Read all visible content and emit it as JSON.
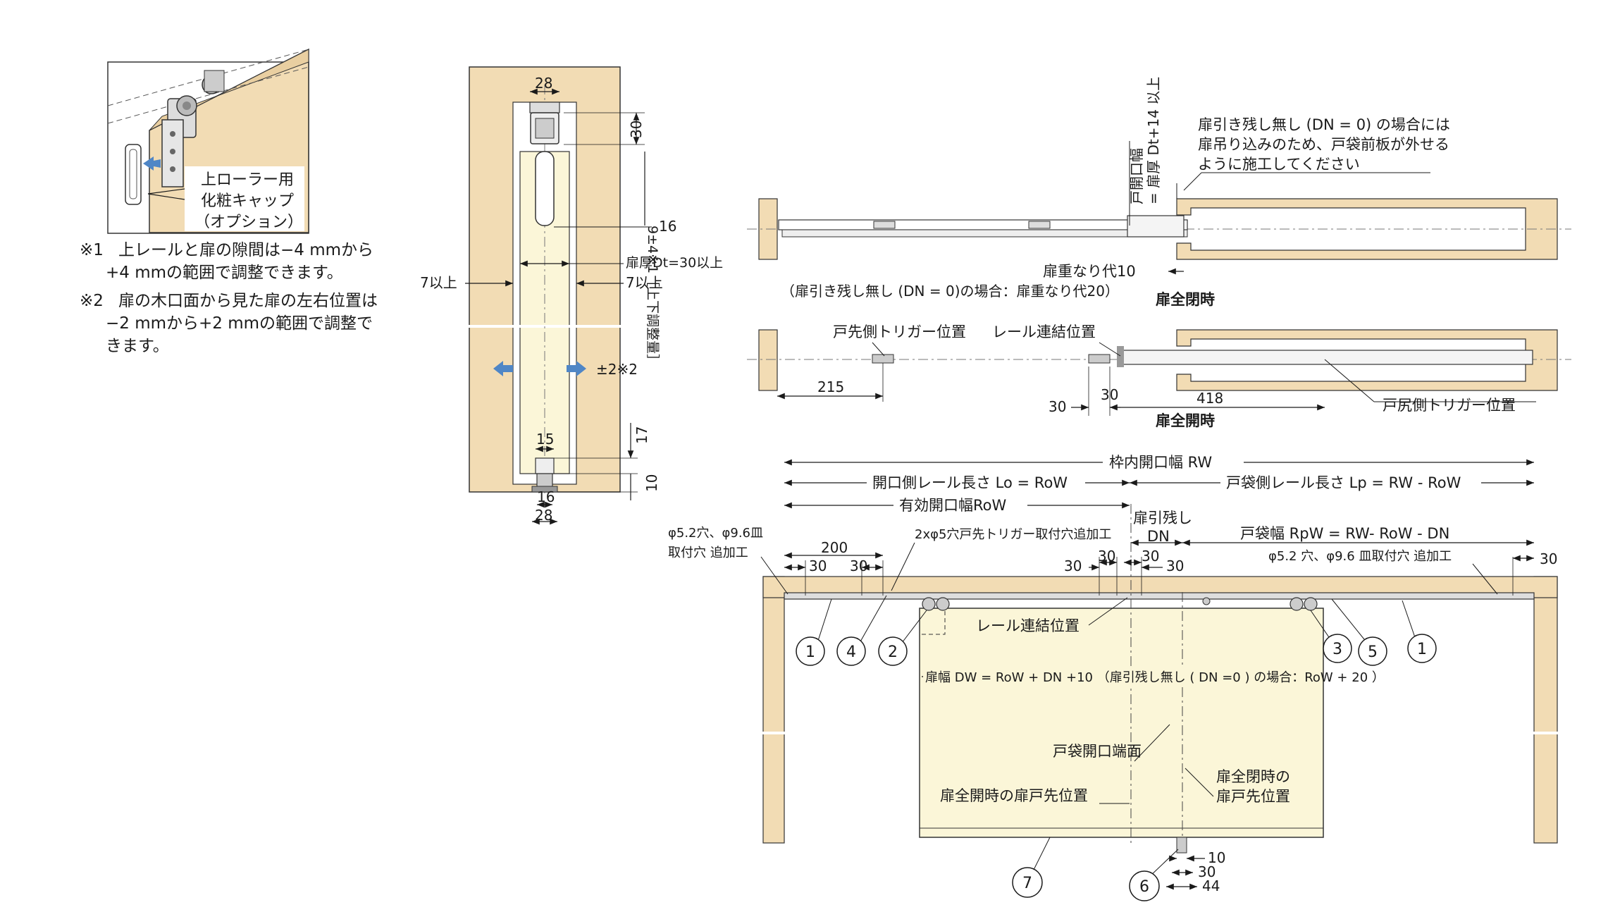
{
  "colors": {
    "wood": "#f2dcb4",
    "door": "#fbf6d8",
    "line": "#1a1a1a",
    "arrow_blue": "#4f86c6"
  },
  "perspective_inset": {
    "cap_label_1": "上ローラー用",
    "cap_label_2": "化粧キャップ",
    "cap_label_3": "（オプション）"
  },
  "notes": {
    "n1_mark": "※1",
    "n1_line1": "上レールと扉の隙間は−4  mmから",
    "n1_line2": "+4  mmの範囲で調整できます。",
    "n2_mark": "※2",
    "n2_line1": "扉の木口面から見た扉の左右位置は",
    "n2_line2": "−2  mmから+2  mmの範囲で調整で",
    "n2_line3": "きます。"
  },
  "section_view": {
    "dim_28_top": "28",
    "dim_30": "30",
    "adjust_label": "9±4※1［上下調整量］",
    "dim_16_right": "16",
    "door_thickness": "扉厚Dt=30以上",
    "left_7": "7以上",
    "right_7": "7以上",
    "pm2": "±2※2",
    "dim_15": "15",
    "dim_17": "17",
    "dim_10": "10",
    "dim_16_bottom": "16",
    "dim_28_bottom": "28"
  },
  "plan_closed": {
    "opening_label": "戸開口幅",
    "opening_eq": "= 扉厚 Dt+14 以上",
    "note_1": "扉引き残し無し (DN = 0) の場合には",
    "note_2": "扉吊り込みのため、戸袋前板が外せる",
    "note_3": "ように施工してください",
    "overlap": "扉重なり代10",
    "overlap_dn0": "（扉引き残し無し (DN = 0)の場合：扉重なり代20）",
    "caption": "扉全閉時"
  },
  "plan_open": {
    "front_trigger": "戸先側トリガー位置",
    "rail_joint": "レール連結位置",
    "rear_trigger": "戸尻側トリガー位置",
    "dim_215": "215",
    "dim_30a": "30",
    "dim_30b": "30",
    "dim_418": "418",
    "caption": "扉全開時"
  },
  "elevation": {
    "rw": "枠内開口幅 RW",
    "lo": "開口側レール長さ Lo = RoW",
    "lp": "戸袋側レール長さ Lp = RW - RoW",
    "row": "有効開口幅RoW",
    "dn_label_1": "扉引残し",
    "dn_label_2": "DN",
    "rpw": "戸袋幅 RpW = RW- RoW - DN",
    "hole_left_1": "φ5.2穴、φ9.6皿",
    "hole_left_2": "取付穴 追加工",
    "trigger_holes": "2xφ5穴戸先トリガー取付穴追加工",
    "hole_right": "φ5.2 穴、φ9.6 皿取付穴 追加工",
    "dim_200": "200",
    "dim_30_1": "30",
    "dim_30_2": "30",
    "dim_30_3": "30",
    "dim_30_4": "30",
    "dim_30_5": "30",
    "dim_30_6": "30",
    "dim_30_7": "30",
    "rail_joint": "レール連結位置",
    "door_width": "扉幅 DW = RoW + DN +10 （扉引残し無し ( DN =0 ) の場合：RoW + 20 ）",
    "pocket_end": "戸袋開口端面",
    "open_pos": "扉全開時の扉戸先位置",
    "closed_pos_1": "扉全閉時の",
    "closed_pos_2": "扉戸先位置",
    "dim_10": "10",
    "dim_30_b": "30",
    "dim_44": "44",
    "c1a": "1",
    "c4": "4",
    "c2": "2",
    "c3": "3",
    "c5": "5",
    "c1b": "1",
    "c7": "7",
    "c6": "6"
  }
}
